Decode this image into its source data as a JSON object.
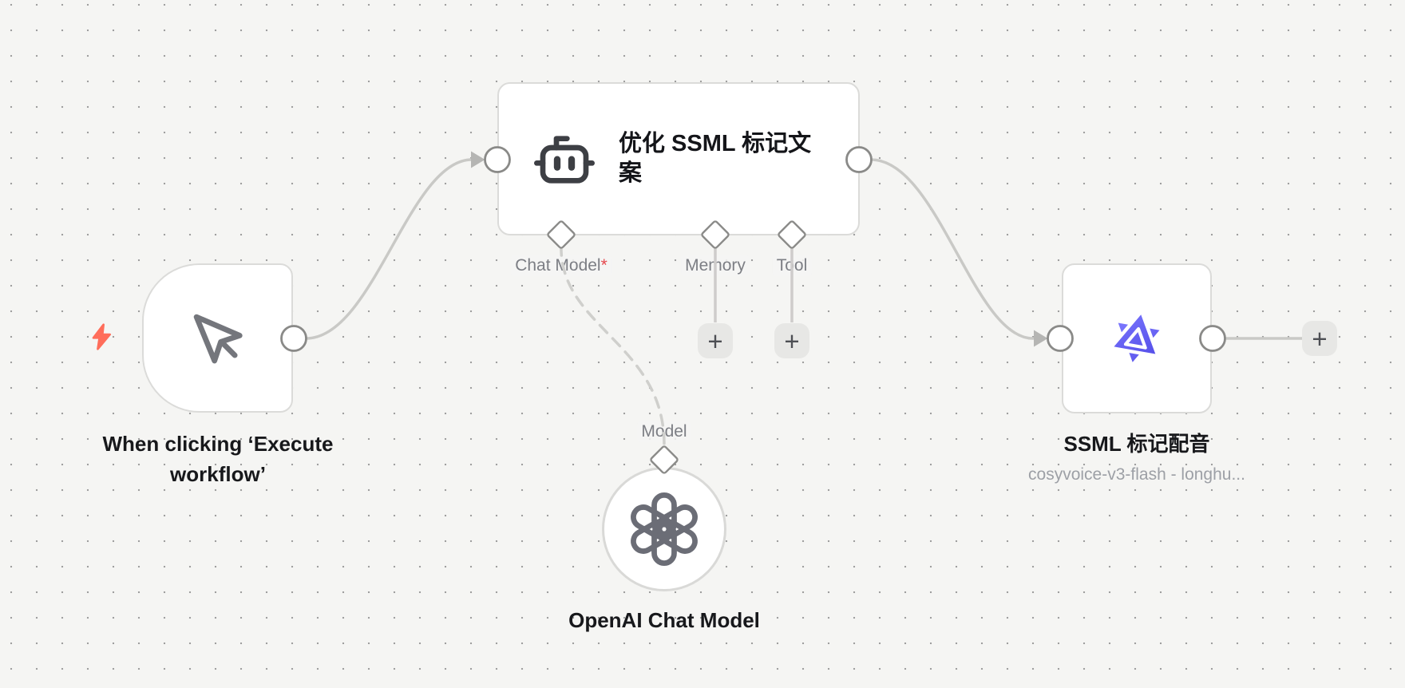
{
  "canvas": {
    "background": "#f5f5f3",
    "dot_color": "#9f9f9f"
  },
  "colors": {
    "edge": "#c9c9c6",
    "node_border": "#dbdbd9",
    "port_border": "#8a8a88",
    "accent_purple": "#5b55ee",
    "trigger_bolt": "#ff6d5a",
    "required_red": "#e5484d"
  },
  "nodes": {
    "trigger": {
      "title": "When clicking ‘Execute workflow’"
    },
    "agent": {
      "title": "优化 SSML 标记文案",
      "ports": {
        "chat_model": "Chat Model",
        "chat_model_required": "*",
        "memory": "Memory",
        "tool": "Tool"
      }
    },
    "openai": {
      "port_label": "Model",
      "title": "OpenAI Chat Model"
    },
    "tts": {
      "title": "SSML 标记配音",
      "subtitle": "cosyvoice-v3-flash - longhu..."
    }
  },
  "buttons": {
    "add_memory": "+",
    "add_tool": "+",
    "add_next": "+"
  }
}
